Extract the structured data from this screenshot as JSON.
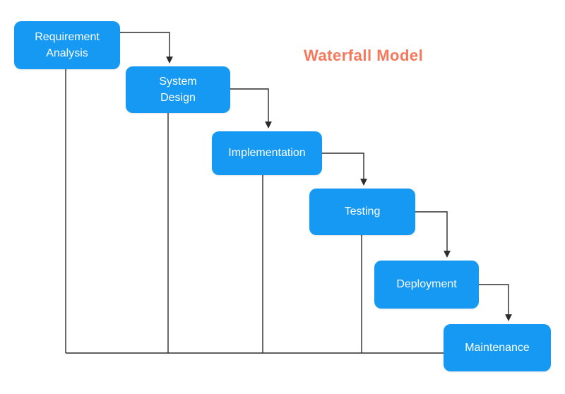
{
  "title": "Waterfall Model",
  "colors": {
    "box_fill": "#1599F2",
    "box_text": "#FFFFFF",
    "title_text": "#F5785B",
    "line": "#2B2B2B",
    "background": "#FFFFFF"
  },
  "stages": [
    {
      "id": "requirement-analysis",
      "label": "Requirement Analysis"
    },
    {
      "id": "system-design",
      "label": "System Design"
    },
    {
      "id": "implementation",
      "label": "Implementation"
    },
    {
      "id": "testing",
      "label": "Testing"
    },
    {
      "id": "deployment",
      "label": "Deployment"
    },
    {
      "id": "maintenance",
      "label": "Maintenance"
    }
  ]
}
